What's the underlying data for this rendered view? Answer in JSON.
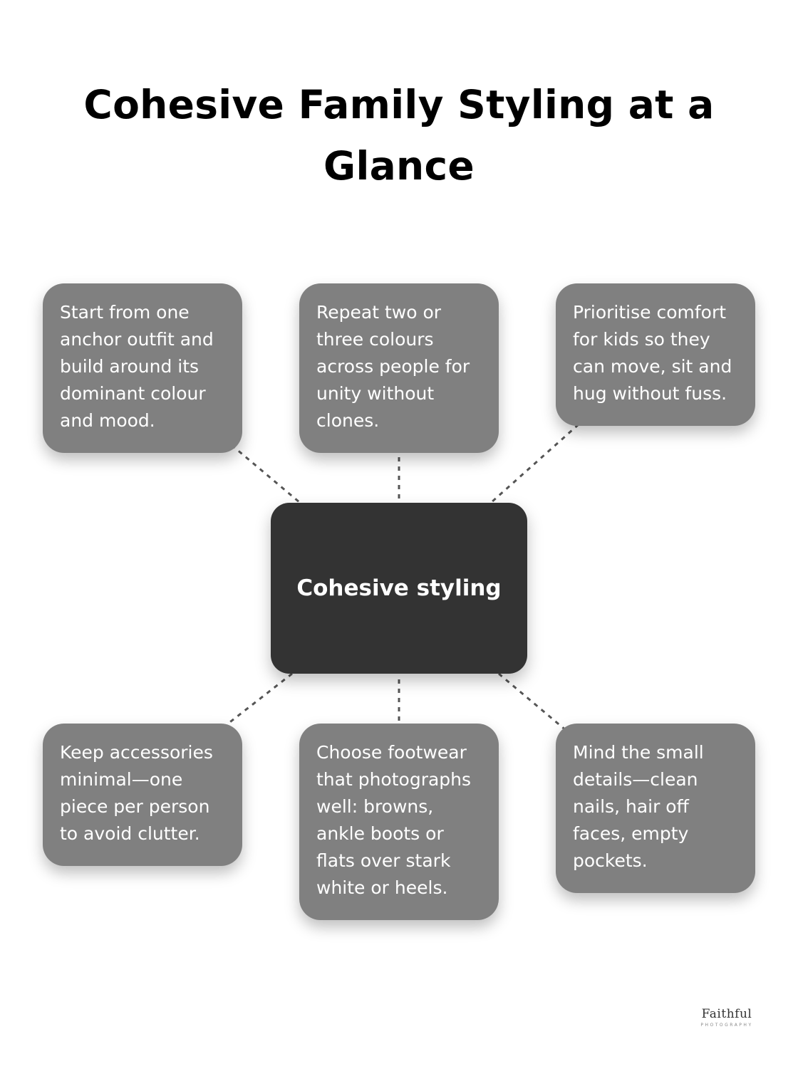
{
  "title": "Cohesive Family Styling at a Glance",
  "center_node": {
    "label": "Cohesive styling"
  },
  "nodes": [
    {
      "text": "Start from one anchor outfit and build around its dominant colour and mood."
    },
    {
      "text": "Repeat two or three colours across people for unity without clones."
    },
    {
      "text": "Prioritise comfort for kids so they can move, sit and hug without fuss."
    },
    {
      "text": "Keep accessories minimal—one piece per person to avoid clutter."
    },
    {
      "text": "Choose footwear that photographs well: browns, ankle boots or flats over stark white or heels."
    },
    {
      "text": "Mind the small details—clean nails, hair off faces, empty pockets."
    }
  ],
  "logo": {
    "name": "Faithful",
    "subtitle": "PHOTOGRAPHY"
  },
  "colors": {
    "node_fill": "#808080",
    "center_fill": "#333333",
    "connector": "#555555",
    "background": "#ffffff"
  }
}
